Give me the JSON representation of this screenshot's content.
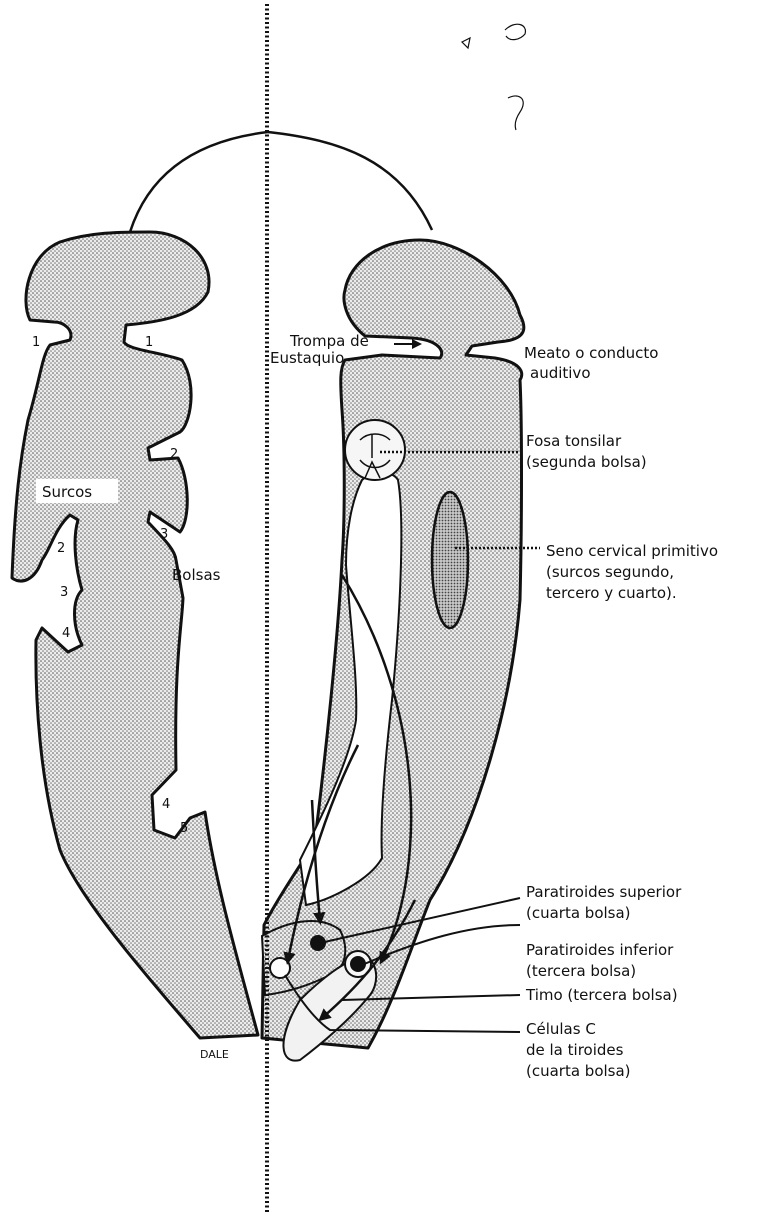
{
  "left": {
    "surcos_label": "Surcos",
    "bolsas_label": "Bolsas",
    "groove_numbers": [
      "1",
      "2",
      "3",
      "4"
    ],
    "pouch_numbers": [
      "1",
      "2",
      "3",
      "4",
      "5"
    ],
    "signature": "DALE"
  },
  "right": {
    "labels": {
      "trompa": [
        "Trompa de",
        "Eustaquio"
      ],
      "meato": [
        "Meato o conducto",
        "auditivo"
      ],
      "fosa": [
        "Fosa tonsilar",
        "(segunda bolsa)"
      ],
      "seno": [
        "Seno cervical primitivo",
        "(surcos segundo,",
        "tercero y cuarto)."
      ],
      "para_sup": [
        "Paratiroides superior",
        "(cuarta bolsa)"
      ],
      "para_inf": [
        "Paratiroides inferior",
        "(tercera bolsa)"
      ],
      "timo": [
        "Timo (tercera bolsa)"
      ],
      "celulas": [
        "Células C",
        "de la tiroides",
        "(cuarta bolsa)"
      ]
    }
  }
}
